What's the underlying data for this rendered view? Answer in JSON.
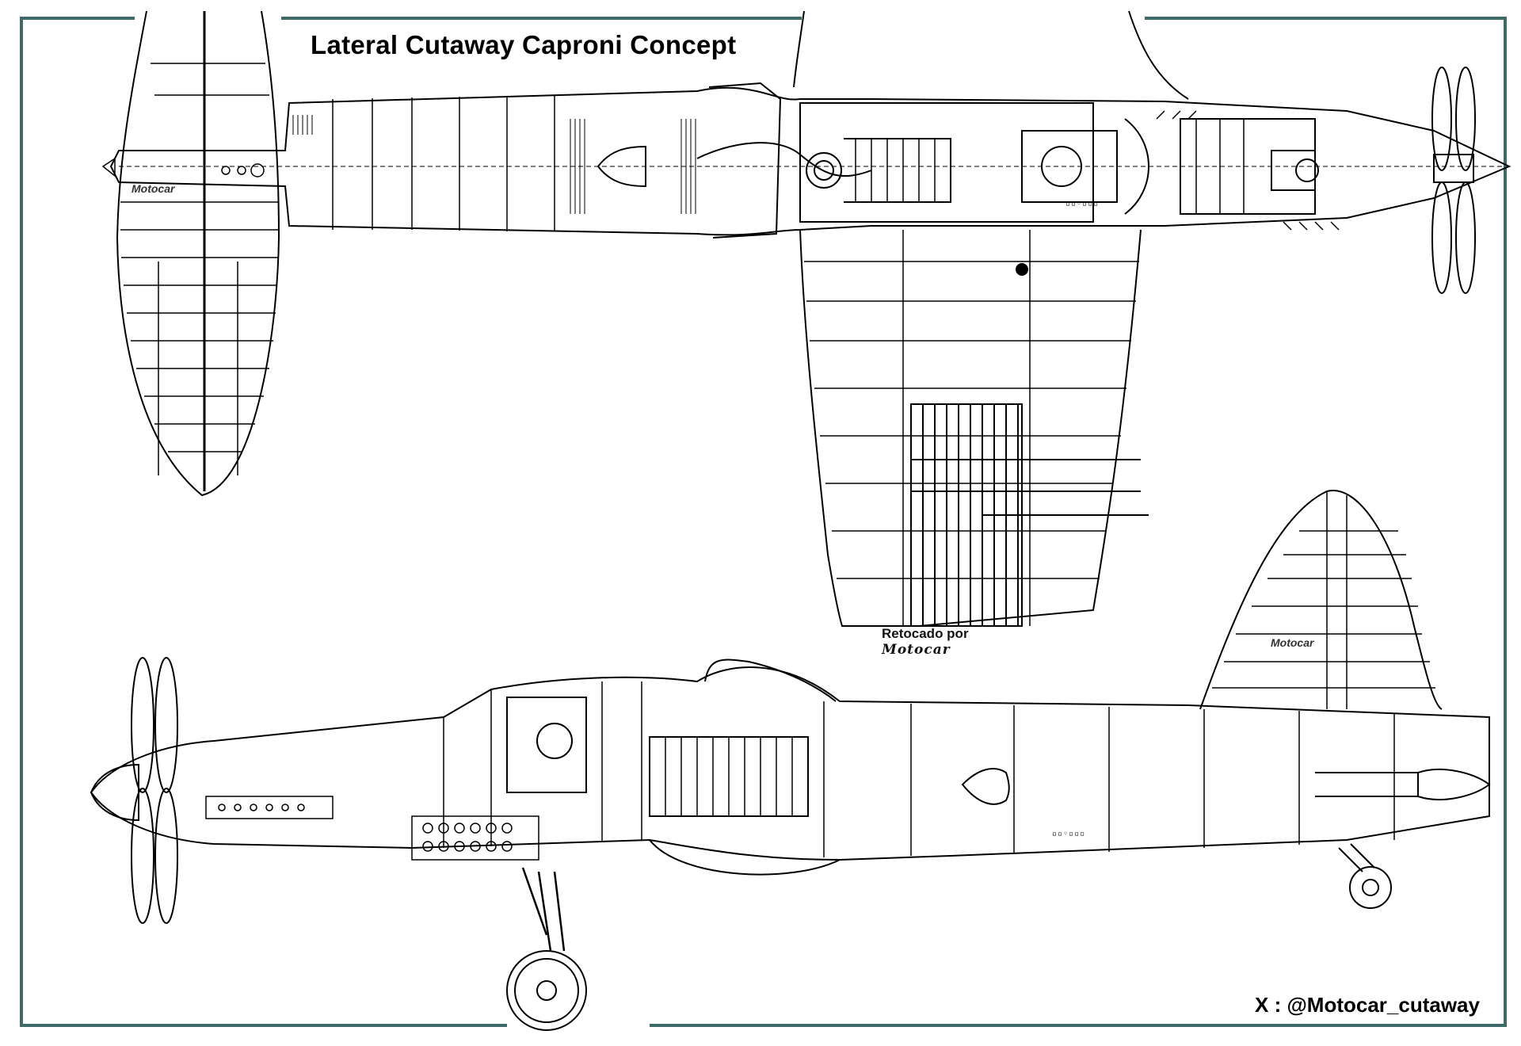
{
  "title": "Lateral Cutaway Caproni Concept",
  "watermarks": {
    "top_tail": "Motocar",
    "fin": "Motocar"
  },
  "credit": {
    "retouched_label": "Retocado por",
    "signature": "Motocar"
  },
  "social_handle": "X : @Motocar_cutaway",
  "colors": {
    "frame": "#3f6a6a",
    "ink": "#000000",
    "paper": "#ffffff"
  }
}
